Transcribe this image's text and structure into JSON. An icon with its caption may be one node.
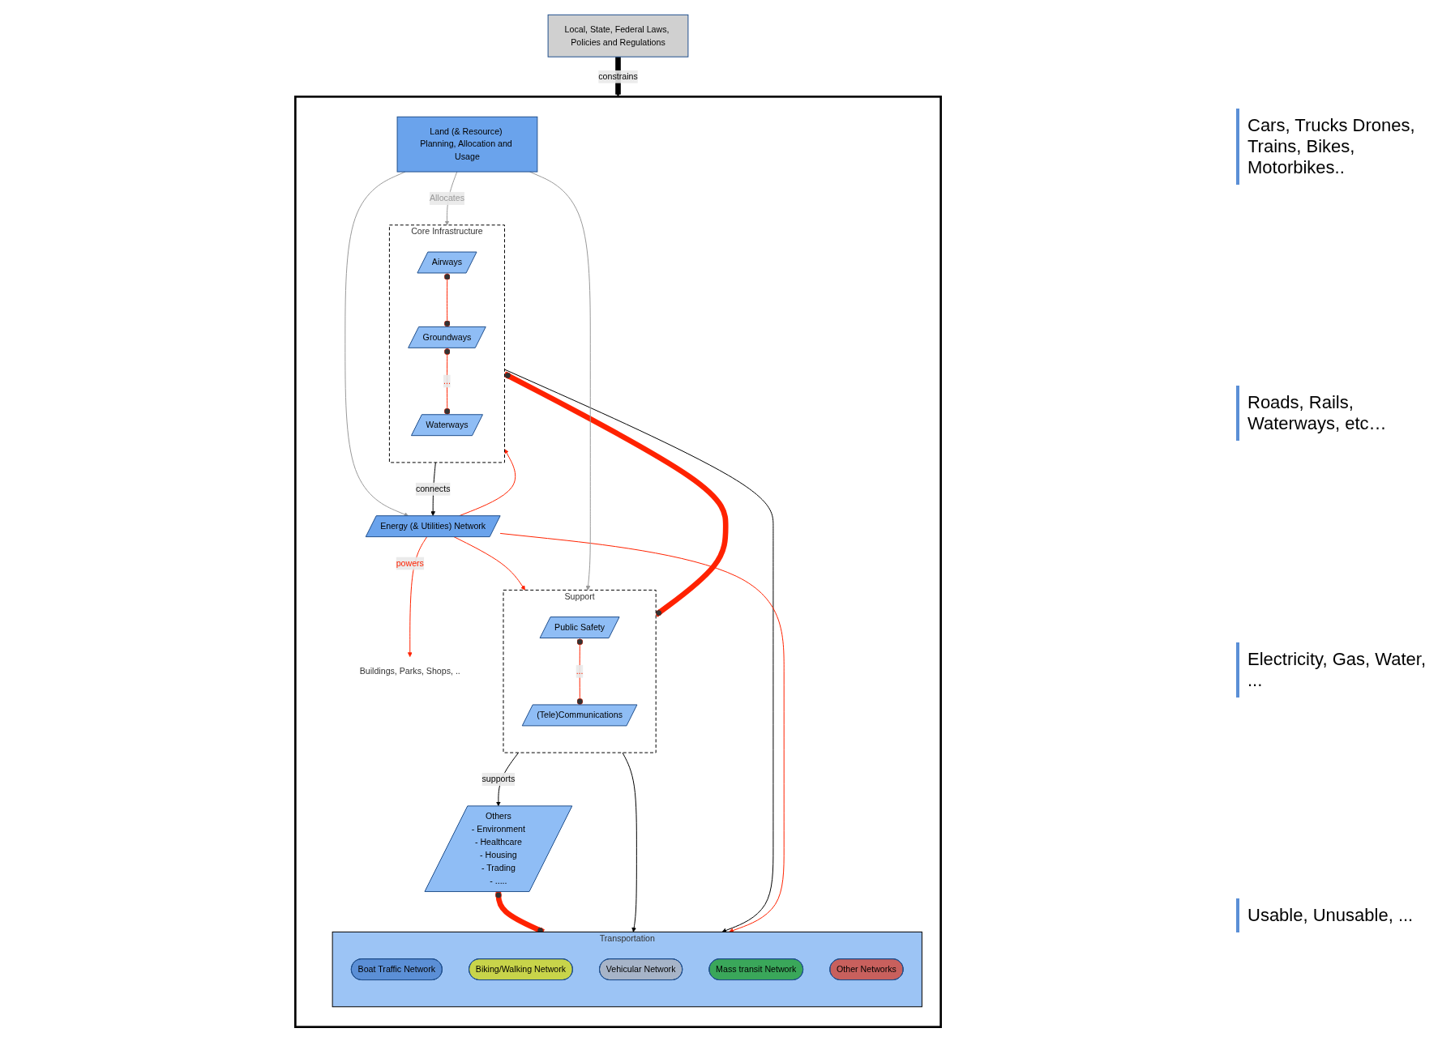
{
  "diagram": {
    "nodes": [
      {
        "text": [],
        "shape": "box"
      },
      {
        "text": [
          "Others",
          "- Environment",
          "- Healthcare",
          "- Housing",
          "- Trading",
          "- ....."
        ],
        "in": 0
      },
      {
        "text": [
          "Transportation"
        ],
        "in": 0
      },
      {
        "text": [
          "Boat Traffic Network"
        ],
        "in": 2
      },
      {
        "text": [
          "Biking/Walking Network"
        ],
        "in": 2
      },
      {
        "text": [
          "Vehicular Network"
        ],
        "in": 2
      },
      {
        "text": [
          "Mass transit Network"
        ],
        "in": 2
      },
      {
        "text": [
          "Other Networks"
        ],
        "in": 2
      },
      {
        "text": [
          "Support"
        ],
        "in": 0
      },
      {
        "text": [
          "Public Safety"
        ],
        "in": 8
      },
      {
        "text": [
          "(Tele)Communications"
        ],
        "in": 8
      },
      {
        "text": [
          "Core Infrastructure"
        ],
        "in": 0
      },
      {
        "text": [
          "Airways"
        ],
        "in": 11
      },
      {
        "text": [
          "Groundways"
        ],
        "in": 11
      },
      {
        "text": [
          "Waterways"
        ],
        "in": 11
      },
      {
        "text": [
          "Energy (& Utilities) Network"
        ],
        "in": 0
      },
      {
        "text": [
          "Land (& Resource) Planning, Allocation and Usage"
        ],
        "in": 0
      },
      {
        "text": [
          "Buildings, Parks, Shops, .."
        ],
        "in": 0
      },
      {
        "text": [
          "Local, State, Federal Laws, Policies and Regulations"
        ]
      }
    ],
    "edges": [
      {
        "from": 1,
        "to": 2,
        "arrow": "other",
        "style": "thick",
        "color": "#ff2200"
      },
      {
        "from": 9,
        "to": 10,
        "arrow": "other",
        "label": "...",
        "color": "#ff2200"
      },
      {
        "from": 8,
        "to": 11,
        "arrow": "other",
        "style": "thick",
        "color": "#ff2200"
      },
      {
        "from": 12,
        "to": 13,
        "arrow": "other",
        "color": "#ff2200"
      },
      {
        "from": 13,
        "to": 14,
        "arrow": "other",
        "label": "...",
        "color": "#ff2200"
      },
      {
        "from": 8,
        "to": 1,
        "arrow": "to",
        "label": "supports",
        "color": "#000000"
      },
      {
        "from": 8,
        "to": 2,
        "arrow": "to",
        "color": "#000000"
      },
      {
        "from": 11,
        "to": 2,
        "arrow": "to",
        "color": "#000000"
      },
      {
        "from": 11,
        "to": 15,
        "arrow": "to",
        "label": "connects",
        "color": "#000000"
      },
      {
        "from": 15,
        "to": 17,
        "arrow": "to",
        "label": "powers",
        "color": "#ff2200"
      },
      {
        "from": 15,
        "to": 8,
        "arrow": "to",
        "color": "#ff2200"
      },
      {
        "from": 15,
        "to": 11,
        "arrow": "to",
        "color": "#ff2200"
      },
      {
        "from": 15,
        "to": 2,
        "arrow": "to",
        "color": "#ff2200"
      },
      {
        "from": 16,
        "to": 8,
        "arrow": "to",
        "color": "#999999"
      },
      {
        "from": 16,
        "to": 15,
        "arrow": "to",
        "color": "#999999"
      },
      {
        "from": 16,
        "to": 11,
        "arrow": "to",
        "label": "Allocates",
        "color": "#999999"
      },
      {
        "from": 18,
        "to": 0,
        "arrow": "to",
        "label": "constrains",
        "style": "thick",
        "color": "#000000"
      }
    ],
    "labels": [
      "Cars, Trucks Drones, Trains, Bikes, Motorbikes..",
      "Roads, Rails, Waterways, etc…",
      "Electricity, Gas, Water, ...",
      "Usable, Unusable, ..."
    ]
  }
}
